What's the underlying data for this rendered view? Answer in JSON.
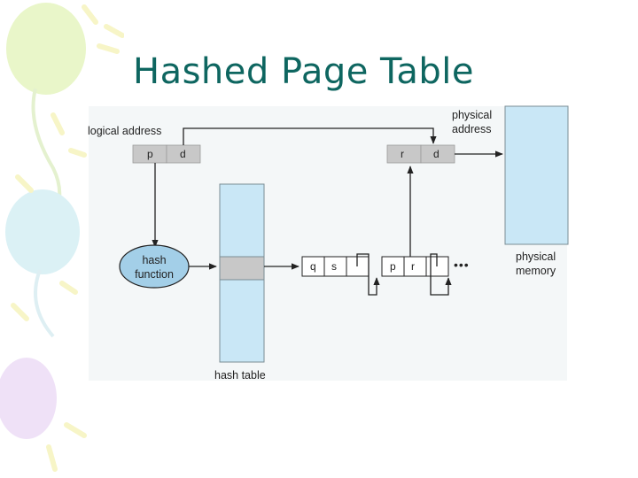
{
  "slide": {
    "title": "Hashed Page Table"
  },
  "diagram": {
    "logical_address_label": "logical address",
    "physical_address_label": [
      "physical",
      "address"
    ],
    "logical_fields": [
      "p",
      "d"
    ],
    "physical_fields": [
      "r",
      "d"
    ],
    "hash_function_label": [
      "hash",
      "function"
    ],
    "hash_table_label": "hash table",
    "chain": [
      {
        "q": "q",
        "s": "s"
      },
      {
        "q": "p",
        "s": "r"
      }
    ],
    "ellipsis": "•••",
    "physical_memory_label": [
      "physical",
      "memory"
    ]
  },
  "colors": {
    "title": "#0e6660",
    "box_blue": "#c9e7f6",
    "cell_gray": "#c8c8c8",
    "hash_fn_blue": "#a3cfe8"
  }
}
